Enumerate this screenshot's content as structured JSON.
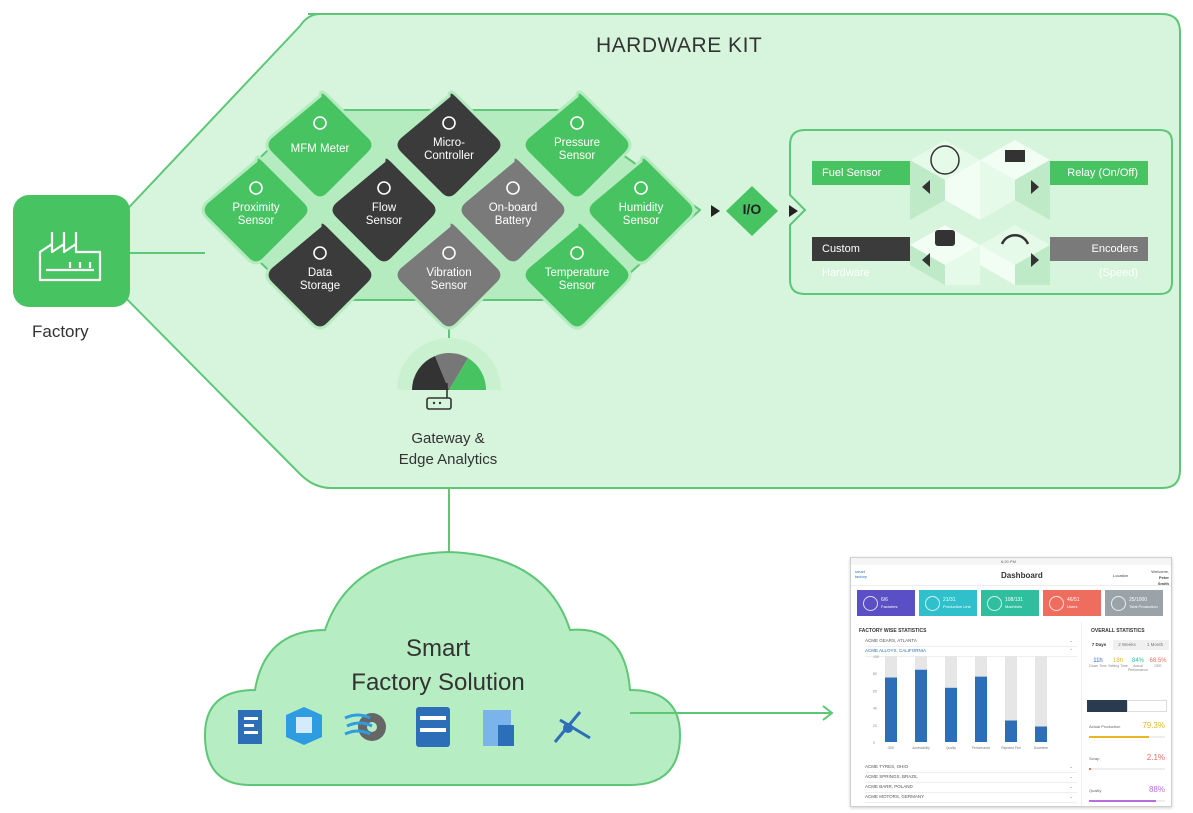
{
  "factory": {
    "label": "Factory"
  },
  "hardware_kit": {
    "title": "HARDWARE KIT",
    "tiles": [
      {
        "id": "mfm",
        "label": "MFM Meter",
        "tone": "green"
      },
      {
        "id": "micro",
        "label": "Micro-\nController",
        "tone": "dark"
      },
      {
        "id": "pressure",
        "label": "Pressure\nSensor",
        "tone": "green"
      },
      {
        "id": "proximity",
        "label": "Proximity\nSensor",
        "tone": "green"
      },
      {
        "id": "flow",
        "label": "Flow\nSensor",
        "tone": "dark"
      },
      {
        "id": "battery",
        "label": "On-board\nBattery",
        "tone": "grey"
      },
      {
        "id": "humidity",
        "label": "Humidity\nSensor",
        "tone": "green"
      },
      {
        "id": "storage",
        "label": "Data\nStorage",
        "tone": "dark"
      },
      {
        "id": "vibration",
        "label": "Vibration\nSensor",
        "tone": "grey"
      },
      {
        "id": "temperature",
        "label": "Temperature\nSensor",
        "tone": "green"
      }
    ],
    "io_label": "I/O",
    "io_devices": {
      "fuel": "Fuel Sensor",
      "relay": "Relay (On/Off)",
      "custom": "Custom Hardware",
      "encoders": "Encoders (Speed)"
    },
    "gateway_label_1": "Gateway &",
    "gateway_label_2": "Edge Analytics"
  },
  "cloud": {
    "label_1": "Smart",
    "label_2": "Factory Solution"
  },
  "dashboard": {
    "status_time": "6:20 PM",
    "title": "Dashboard",
    "location": "Location",
    "welcome": "Welcome,",
    "user": "Peter Smith",
    "logo_1": "smart",
    "logo_2": "factory",
    "kpis": [
      {
        "value": "6/6",
        "label": "Factories",
        "color": "#5a4fc4"
      },
      {
        "value": "21/31",
        "label": "Production Line",
        "color": "#2fc0cc"
      },
      {
        "value": "108/131",
        "label": "Machines",
        "color": "#2fbf9f"
      },
      {
        "value": "46/51",
        "label": "Users",
        "color": "#ee6d5e"
      },
      {
        "value": "25/1000",
        "label": "Total Production",
        "color": "#9aa4a8"
      }
    ],
    "factory_stats_title": "FACTORY WISE STATISTICS",
    "factories": [
      "ACME GEARS, ATLANTA",
      "ACME ALLOYS, CALIFORNIA",
      "ACME TYRES, OHIO",
      "ACME SPRINGS, BRAZIL",
      "ACME BARR, POLAND",
      "ACME MOTORS, GERMANY"
    ],
    "chart_data": {
      "type": "bar",
      "categories": [
        "OEE",
        "Accessibility",
        "Quality",
        "Performance",
        "Rejected Part",
        "Downtime"
      ],
      "values": [
        75,
        84,
        63,
        76,
        25,
        18
      ],
      "ylim": [
        0,
        100
      ],
      "yticks": [
        "100",
        "80",
        "60",
        "40",
        "20",
        "0"
      ]
    },
    "overall_title": "OVERALL STATISTICS",
    "tabs": [
      "7 Days",
      "2 Weeks",
      "1 Month"
    ],
    "overall": [
      {
        "value": "11",
        "unit": "h",
        "label": "Down Time",
        "color": "#2d6eb8"
      },
      {
        "value": "18",
        "unit": "h",
        "label": "Setting Time",
        "color": "#e8b623"
      },
      {
        "value": "84",
        "unit": "%",
        "label": "Actual Performance",
        "color": "#2fbf9f"
      },
      {
        "value": "68.5",
        "unit": "%",
        "label": "OEE",
        "color": "#ee6d5e"
      }
    ],
    "bars": [
      {
        "label": "Actual Production",
        "value": "79.3%",
        "fraction": 0.793,
        "color": "#e8b623"
      },
      {
        "label": "Scrap",
        "value": "2.1%",
        "fraction": 0.021,
        "color": "#ee6d5e"
      },
      {
        "label": "Quality",
        "value": "88%",
        "fraction": 0.88,
        "color": "#b76ee0"
      }
    ]
  },
  "colors": {
    "panel": "#d6f5dc",
    "line": "#55c770",
    "green": "#47c461",
    "dark": "#3b3b3b",
    "grey": "#7a7a7a",
    "cloud": "#b7edc2"
  }
}
